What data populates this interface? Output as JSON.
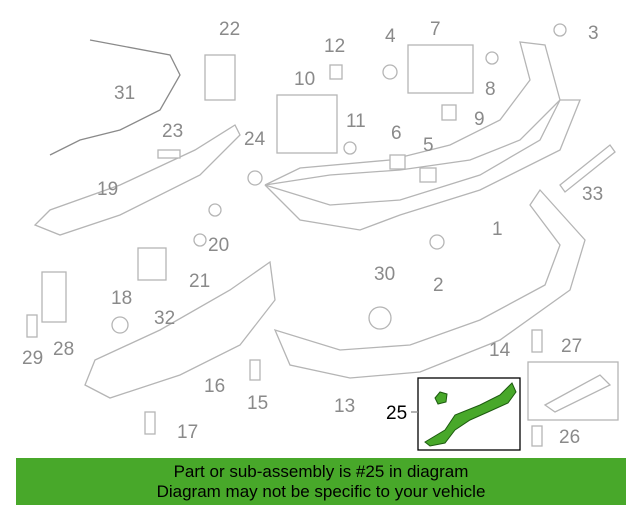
{
  "diagram": {
    "highlighted_part": "25",
    "highlight_color": "#48a82a",
    "callouts": {
      "c1": "1",
      "c2": "2",
      "c3": "3",
      "c4": "4",
      "c5": "5",
      "c6": "6",
      "c7": "7",
      "c8": "8",
      "c9": "9",
      "c10": "10",
      "c11": "11",
      "c12": "12",
      "c13": "13",
      "c14": "14",
      "c15": "15",
      "c16": "16",
      "c17": "17",
      "c18": "18",
      "c19": "19",
      "c20": "20",
      "c21": "21",
      "c22": "22",
      "c23": "23",
      "c24": "24",
      "c25": "25",
      "c26": "26",
      "c27": "27",
      "c28": "28",
      "c29": "29",
      "c30": "30",
      "c31": "31",
      "c32": "32",
      "c33": "33"
    }
  },
  "banner": {
    "line1": "Part or sub-assembly is #25 in diagram",
    "line2": "Diagram may not be specific to your vehicle"
  }
}
